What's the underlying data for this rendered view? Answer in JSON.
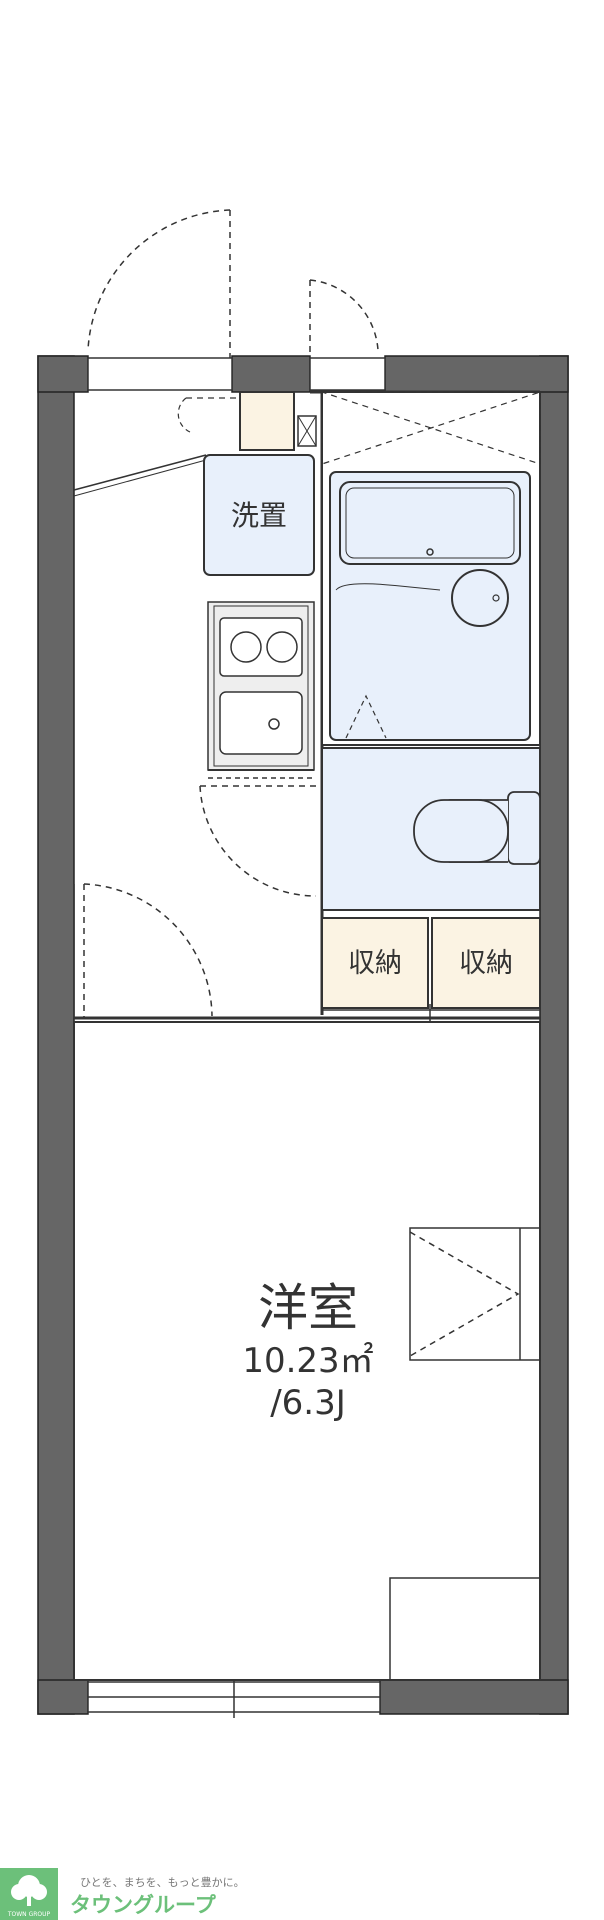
{
  "rooms": {
    "washer": "洗置",
    "storage_left": "収納",
    "storage_right": "収納",
    "main_room": "洋室",
    "main_area": "10.23㎡",
    "main_size": "/6.3J"
  },
  "logo": {
    "tagline": "ひとを、まちを、もっと豊かに。",
    "name": "タウングループ",
    "small": "TOWN GROUP"
  },
  "colors": {
    "wall": "#666666",
    "wet_area": "#e8f0fb",
    "storage": "#fbf3e3",
    "line": "#333333",
    "logo_green": "#6cc07a"
  },
  "icons": [
    "door-swing-icon",
    "stove-icon",
    "sink-icon",
    "bathtub-icon",
    "toilet-icon",
    "tree-logo-icon"
  ]
}
